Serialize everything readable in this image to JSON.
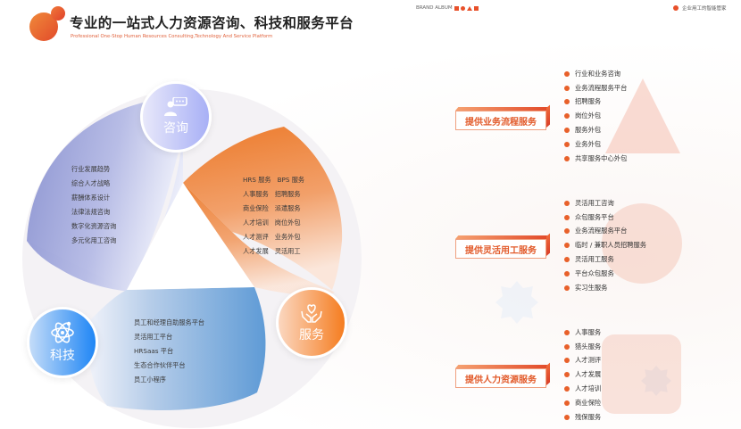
{
  "header": {
    "title": "专业的一站式人力资源咨询、科技和服务平台",
    "subtitle": "Professional One-Stop Human Resources Consulting,Technology And Service Platform",
    "brand_label": "BRAND ALBUM",
    "slogan": "企业用工的智能管家"
  },
  "colors": {
    "accent": "#E8502A",
    "consult": "#A8B0F6",
    "tech": "#1F86F5",
    "service": "#F57D20"
  },
  "diagram": {
    "nodes": [
      {
        "id": "consult",
        "label": "咨询",
        "icon": "person-chat-icon"
      },
      {
        "id": "tech",
        "label": "科技",
        "icon": "atom-icon"
      },
      {
        "id": "service",
        "label": "服务",
        "icon": "heart-hands-icon"
      }
    ],
    "consult_items": [
      "行业发展趋势",
      "综合人才战略",
      "薪酬体系设计",
      "法律法规咨询",
      "数字化资源咨询",
      "多元化用工咨询"
    ],
    "service_items": [
      [
        "HRS 服务",
        "BPS 服务"
      ],
      [
        "人事服务",
        "招聘服务"
      ],
      [
        "商业保险",
        "派遣服务"
      ],
      [
        "人才培训",
        "岗位外包"
      ],
      [
        "人才测评",
        "业务外包"
      ],
      [
        "人才发展",
        "灵活用工"
      ]
    ],
    "tech_items": [
      "员工和经理自助服务平台",
      "灵活用工平台",
      "HRSaas 平台",
      "生态合作伙伴平台",
      "员工小程序"
    ]
  },
  "offerings": [
    {
      "category": "提供业务流程服务",
      "items": [
        "行业和业务咨询",
        "业务流程服务平台",
        "招聘服务",
        "岗位外包",
        "服务外包",
        "业务外包",
        "共享服务中心外包"
      ]
    },
    {
      "category": "提供灵活用工服务",
      "items": [
        "灵活用工咨询",
        "众包服务平台",
        "业务流程服务平台",
        "临时 / 兼职人员招聘服务",
        "灵活用工服务",
        "平台众包服务",
        "实习生服务"
      ]
    },
    {
      "category": "提供人力资源服务",
      "items": [
        "人事服务",
        "猎头服务",
        "人才测评",
        "人才发展",
        "人才培训",
        "商业保险",
        "残保服务"
      ]
    }
  ]
}
